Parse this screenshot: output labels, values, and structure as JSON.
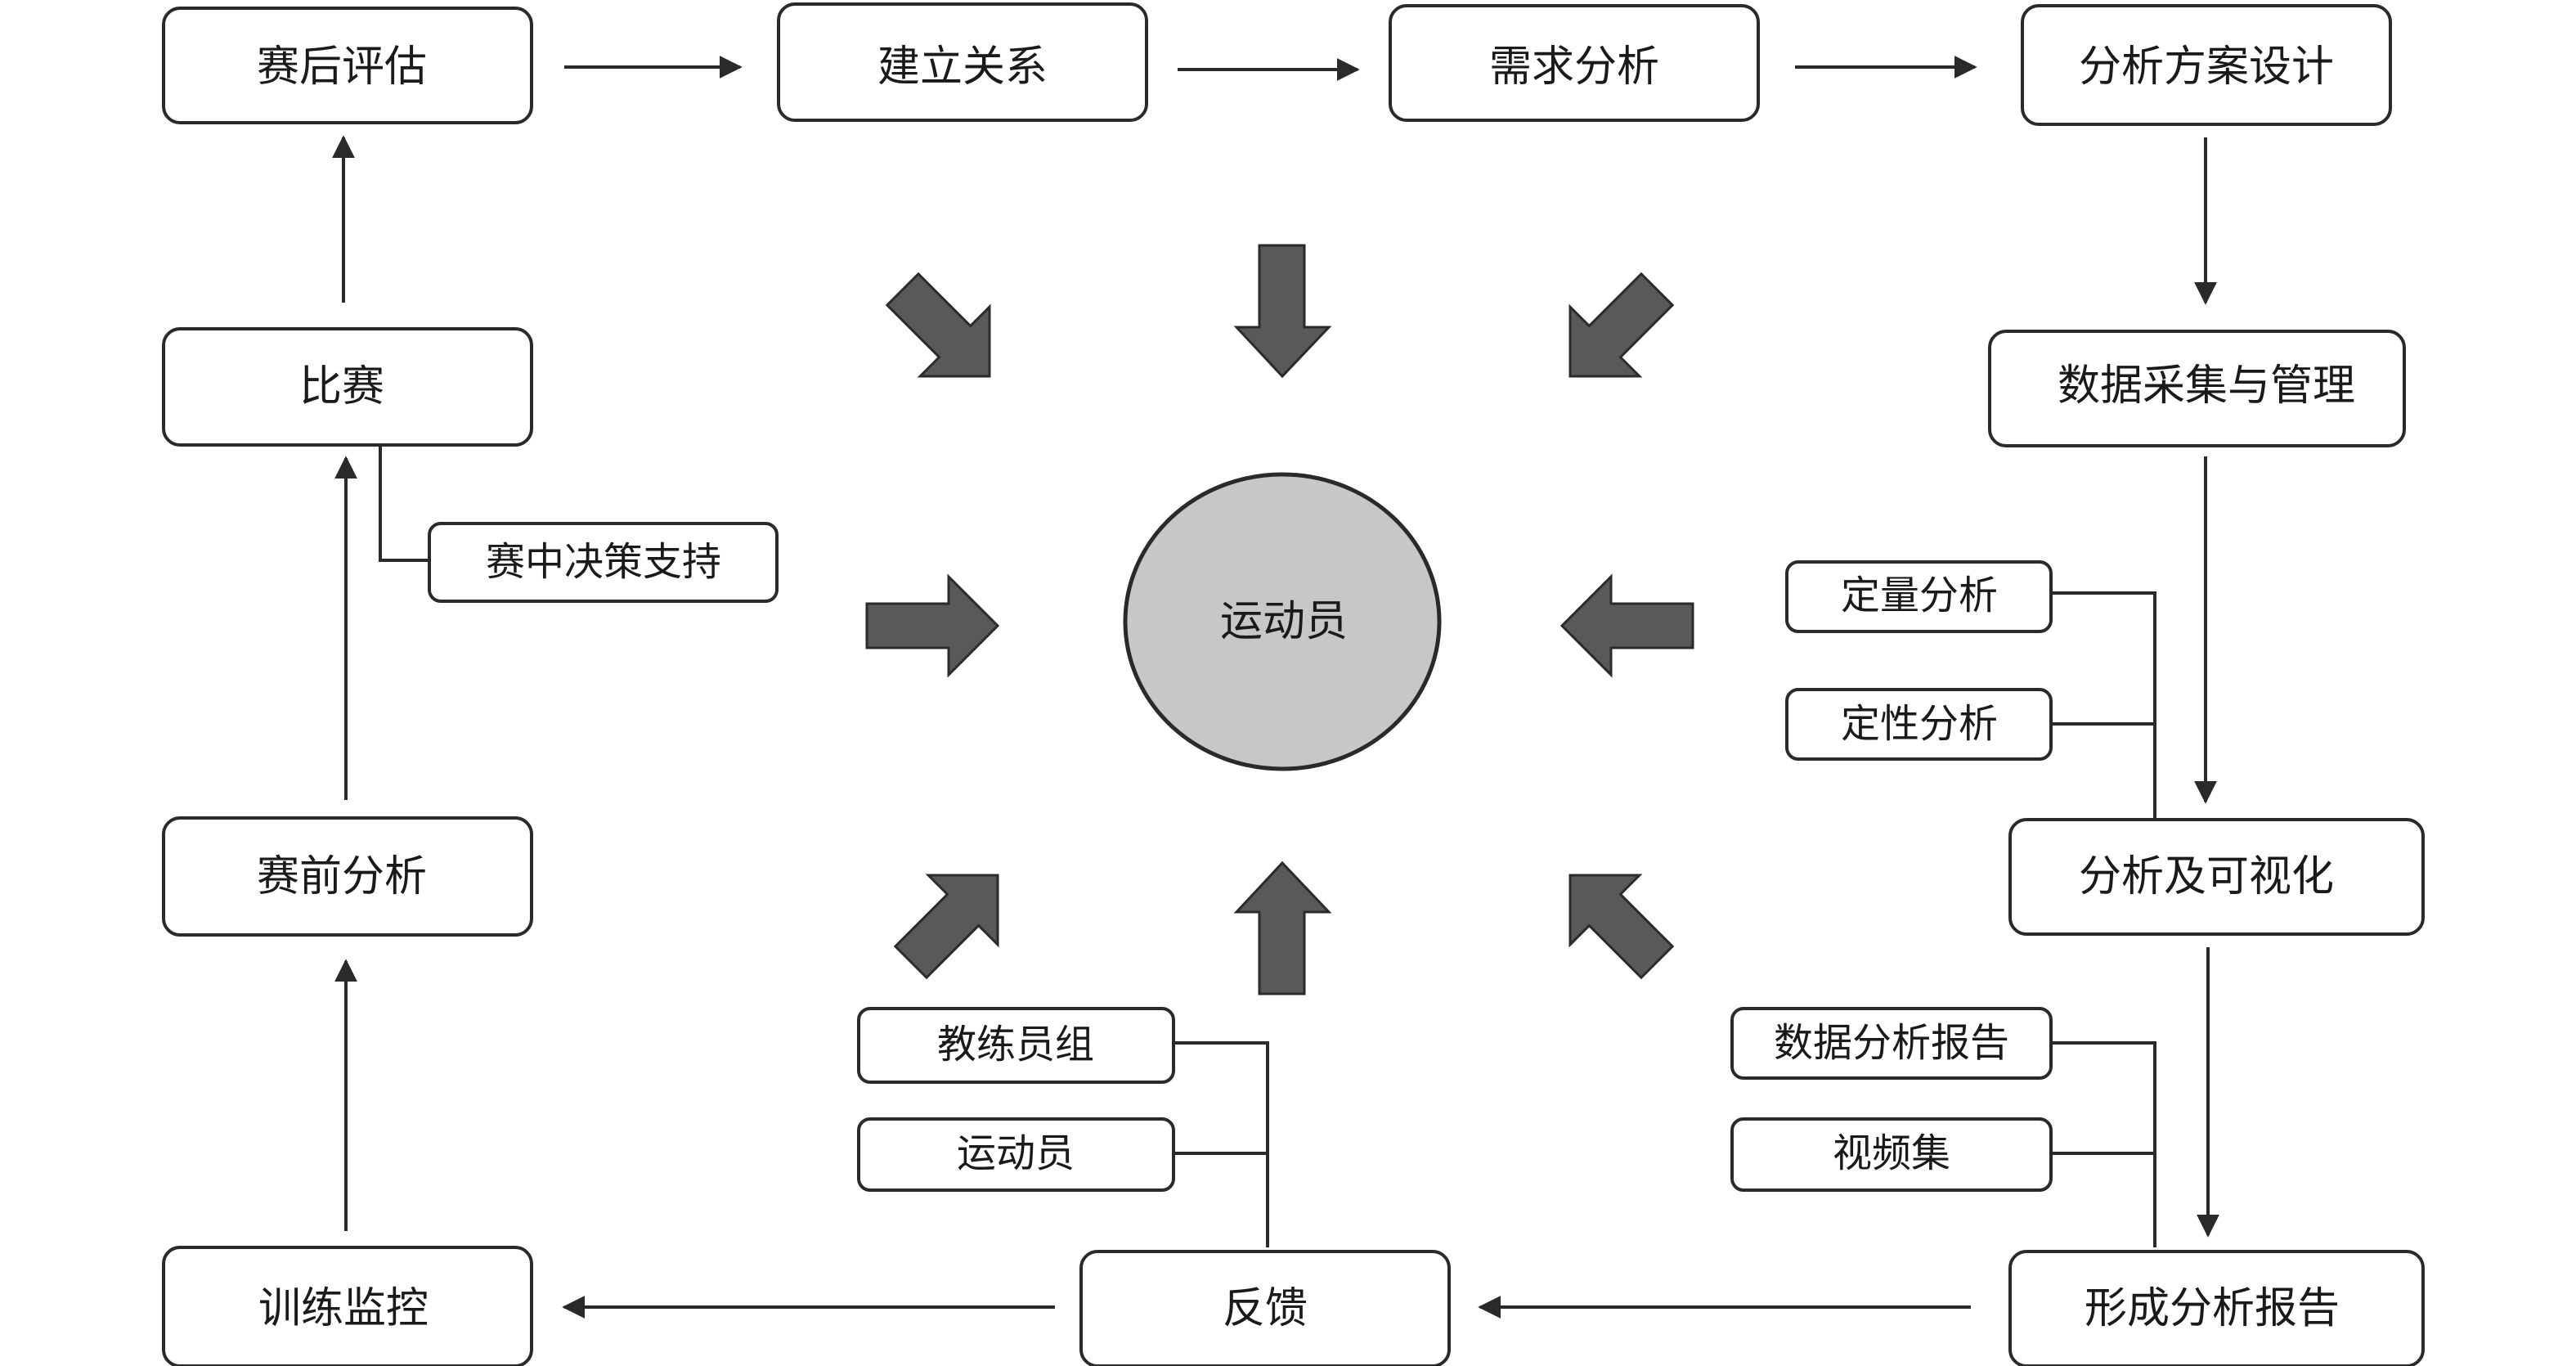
{
  "flow": {
    "post_match_eval": "赛后评估",
    "build_relationship": "建立关系",
    "needs_analysis": "需求分析",
    "analysis_plan_design": "分析方案设计",
    "data_collection_management": "数据采集与管理",
    "analysis_visualization": "分析及可视化",
    "form_report": "形成分析报告",
    "feedback": "反馈",
    "training_monitoring": "训练监控",
    "pre_match_analysis": "赛前分析",
    "match": "比赛"
  },
  "side_notes": {
    "in_match_decision_support": "赛中决策支持",
    "quantitative_analysis": "定量分析",
    "qualitative_analysis": "定性分析",
    "data_analysis_report": "数据分析报告",
    "video_collection": "视频集",
    "coaching_staff": "教练员组",
    "athlete": "运动员"
  },
  "center": {
    "label": "运动员"
  }
}
